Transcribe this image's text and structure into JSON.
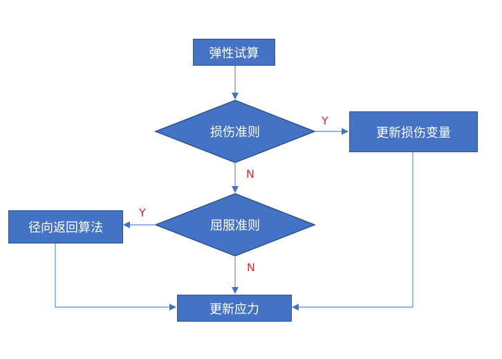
{
  "nodes": {
    "elastic_trial": "弹性试算",
    "damage_criterion": "损伤准则",
    "update_damage": "更新损伤变量",
    "yield_criterion": "屈服准则",
    "radial_return": "径向返回算法",
    "update_stress": "更新应力"
  },
  "edge_labels": {
    "damage_yes": "Y",
    "damage_no": "N",
    "yield_yes": "Y",
    "yield_no": "N"
  },
  "colors": {
    "fill": "#4472C4",
    "border": "#2F528F",
    "line": "#5B8BD0",
    "label": "#E8262A"
  }
}
